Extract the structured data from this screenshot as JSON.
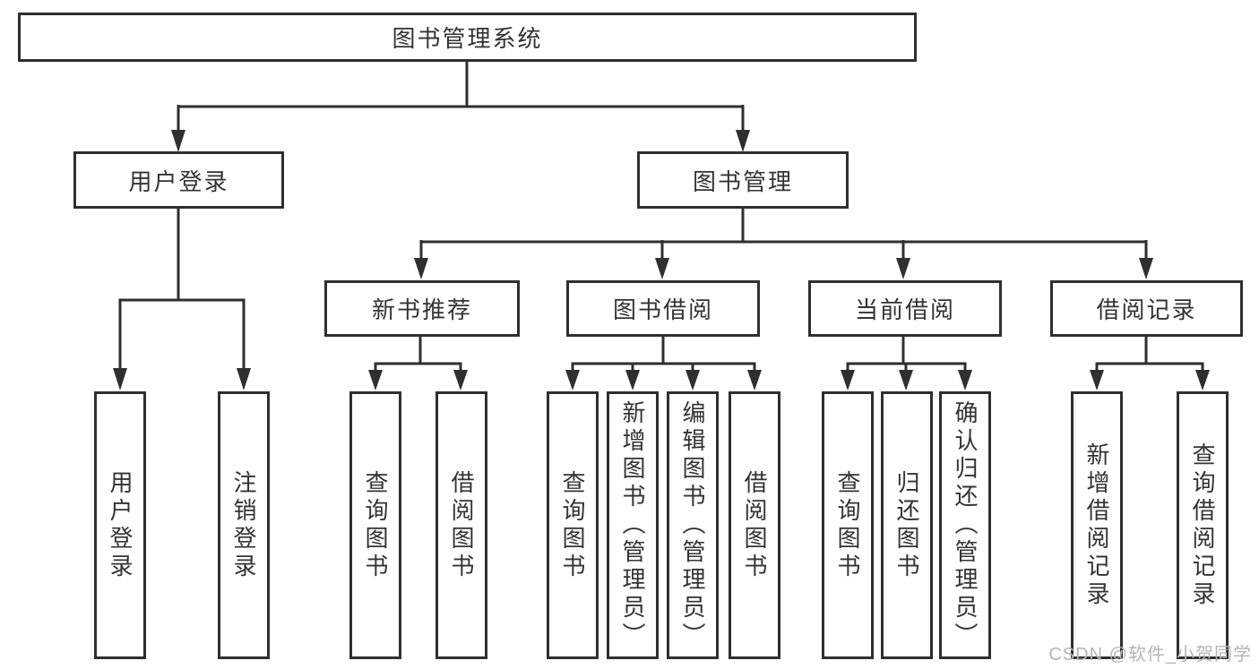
{
  "diagram": {
    "tree": {
      "label": "图书管理系统",
      "children": [
        {
          "label": "用户登录",
          "children": [
            {
              "label": "用户登录"
            },
            {
              "label": "注销登录"
            }
          ]
        },
        {
          "label": "图书管理",
          "children": [
            {
              "label": "新书推荐",
              "children": [
                {
                  "label": "查询图书"
                },
                {
                  "label": "借阅图书"
                }
              ]
            },
            {
              "label": "图书借阅",
              "children": [
                {
                  "label": "查询图书"
                },
                {
                  "label": "新增图书（管理员）"
                },
                {
                  "label": "编辑图书（管理员）"
                },
                {
                  "label": "借阅图书"
                }
              ]
            },
            {
              "label": "当前借阅",
              "children": [
                {
                  "label": "查询图书"
                },
                {
                  "label": "归还图书"
                },
                {
                  "label": "确认归还（管理员）"
                }
              ]
            },
            {
              "label": "借阅记录",
              "children": [
                {
                  "label": "新增借阅记录"
                },
                {
                  "label": "查询借阅记录"
                }
              ]
            }
          ]
        }
      ]
    },
    "colors": {
      "line": "#2f2f2f",
      "text": "#333333",
      "background": "#ffffff",
      "watermark_text": "#b5b5b5"
    },
    "watermark": "CSDN @软件_小贺同学"
  }
}
